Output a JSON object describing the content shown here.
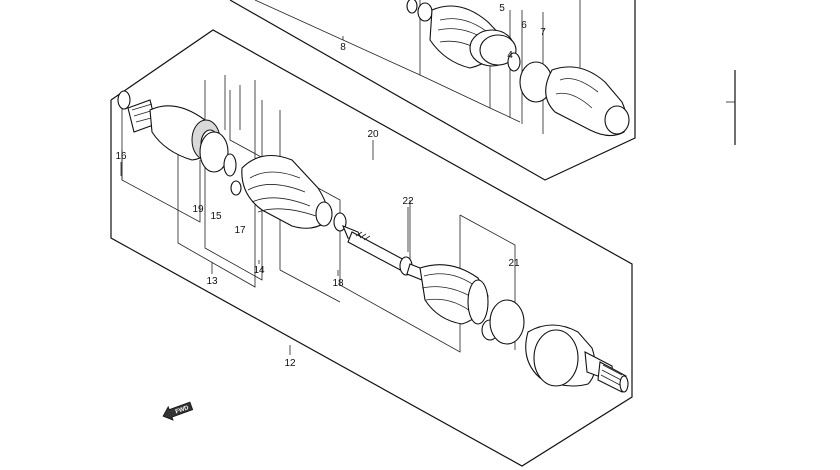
{
  "labels": {
    "n4": "4",
    "n5": "5",
    "n6": "6",
    "n7": "7",
    "n8": "8",
    "n12": "12",
    "n13": "13",
    "n14": "14",
    "n15": "15",
    "n16": "16",
    "n17": "17",
    "n18": "18",
    "n19": "19",
    "n20": "20",
    "n21": "21",
    "n22": "22"
  },
  "fwd_arrow": {
    "text": "FWD",
    "icon": "fwd-arrow-icon"
  }
}
